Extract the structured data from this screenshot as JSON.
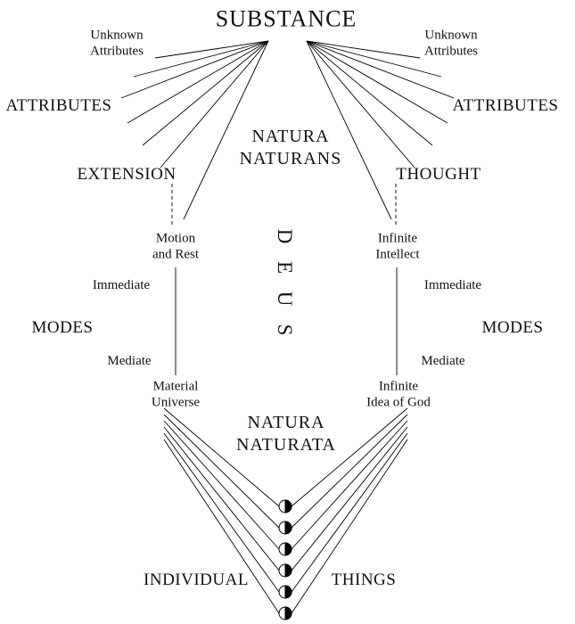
{
  "diagram": {
    "substance": "SUBSTANCE",
    "unknown_attributes_left": [
      "Unknown",
      "Attributes"
    ],
    "unknown_attributes_right": [
      "Unknown",
      "Attributes"
    ],
    "attributes_left": "ATTRIBUTES",
    "attributes_right": "ATTRIBUTES",
    "natura_naturans": [
      "NATURA",
      "NATURANS"
    ],
    "extension": "EXTENSION",
    "thought": "THOUGHT",
    "motion_and_rest": [
      "Motion",
      "and Rest"
    ],
    "infinite_intellect": [
      "Infinite",
      "Intellect"
    ],
    "deus": [
      "D",
      "E",
      "U",
      "S"
    ],
    "immediate_left": "Immediate",
    "immediate_right": "Immediate",
    "modes_left": "MODES",
    "modes_right": "MODES",
    "mediate_left": "Mediate",
    "mediate_right": "Mediate",
    "material_universe": [
      "Material",
      "Universe"
    ],
    "infinite_idea_of_god": [
      "Infinite",
      "Idea of God"
    ],
    "natura_naturata": [
      "NATURA",
      "NATURATA"
    ],
    "individual": "INDIVIDUAL",
    "things": "THINGS"
  },
  "colors": {
    "line": "#000000",
    "text": "#111111",
    "background": "#ffffff"
  }
}
